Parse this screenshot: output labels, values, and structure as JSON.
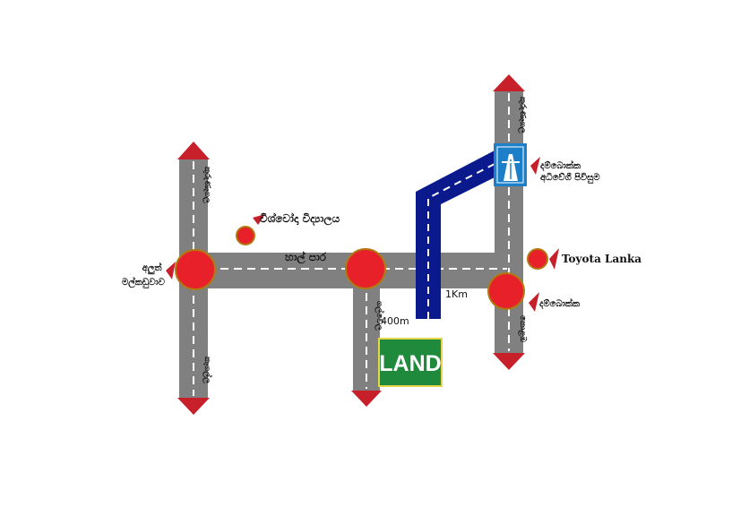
{
  "labels": {
    "school": "විශ්වෝදා විද්‍යාලය",
    "main_road": "හාල් පාර",
    "new_market": "අලුත් මල්කඩුවාව",
    "left_top_road": "කුරුණෑගල",
    "left_bottom_road": "කෑගල්ල",
    "side_road": "ගල්වෙල",
    "distance_side": "400m",
    "distance_highway": "1Km",
    "right_top_road": "කුරුණෑගල",
    "right_bottom_road": "කොළඹ",
    "highway_entrance": "දම්බොක්ක අධිවේගී පිවිසුම",
    "toyota": "Toyota Lanka",
    "dambokka": "දම්බොක්ක",
    "land": "LAND"
  },
  "icons": {
    "junction": "red-circle-junction",
    "pointer": "red-triangle-pointer",
    "road_end": "red-arrowhead",
    "highway_sign": "expressway-sign-icon"
  },
  "colors": {
    "road": "#808080",
    "lane": "#ffffff",
    "highway": "#0a1a8c",
    "marker": "#e8202a",
    "marker_ring": "#b07a10",
    "arrow": "#c8202a",
    "land_bg": "#1f8a3b",
    "land_border": "#e4d84a",
    "sign_bg": "#1c7fc8"
  }
}
